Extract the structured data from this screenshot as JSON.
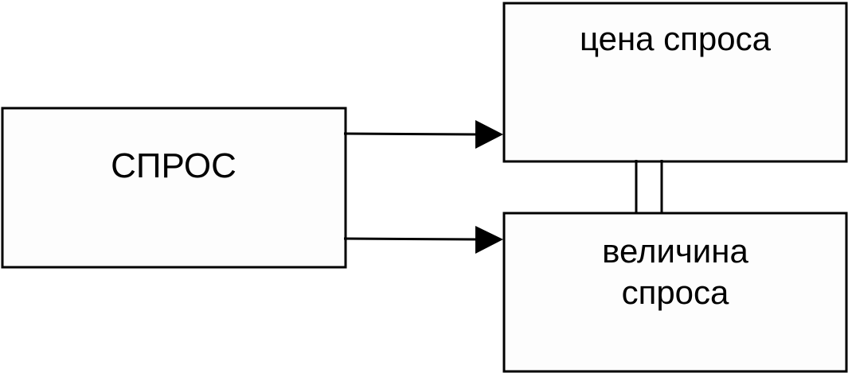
{
  "diagram": {
    "source_box": {
      "label": "СПРОС"
    },
    "top_box": {
      "label": "цена спроса"
    },
    "bottom_box": {
      "label_line1": "величина",
      "label_line2": "спроса"
    }
  }
}
